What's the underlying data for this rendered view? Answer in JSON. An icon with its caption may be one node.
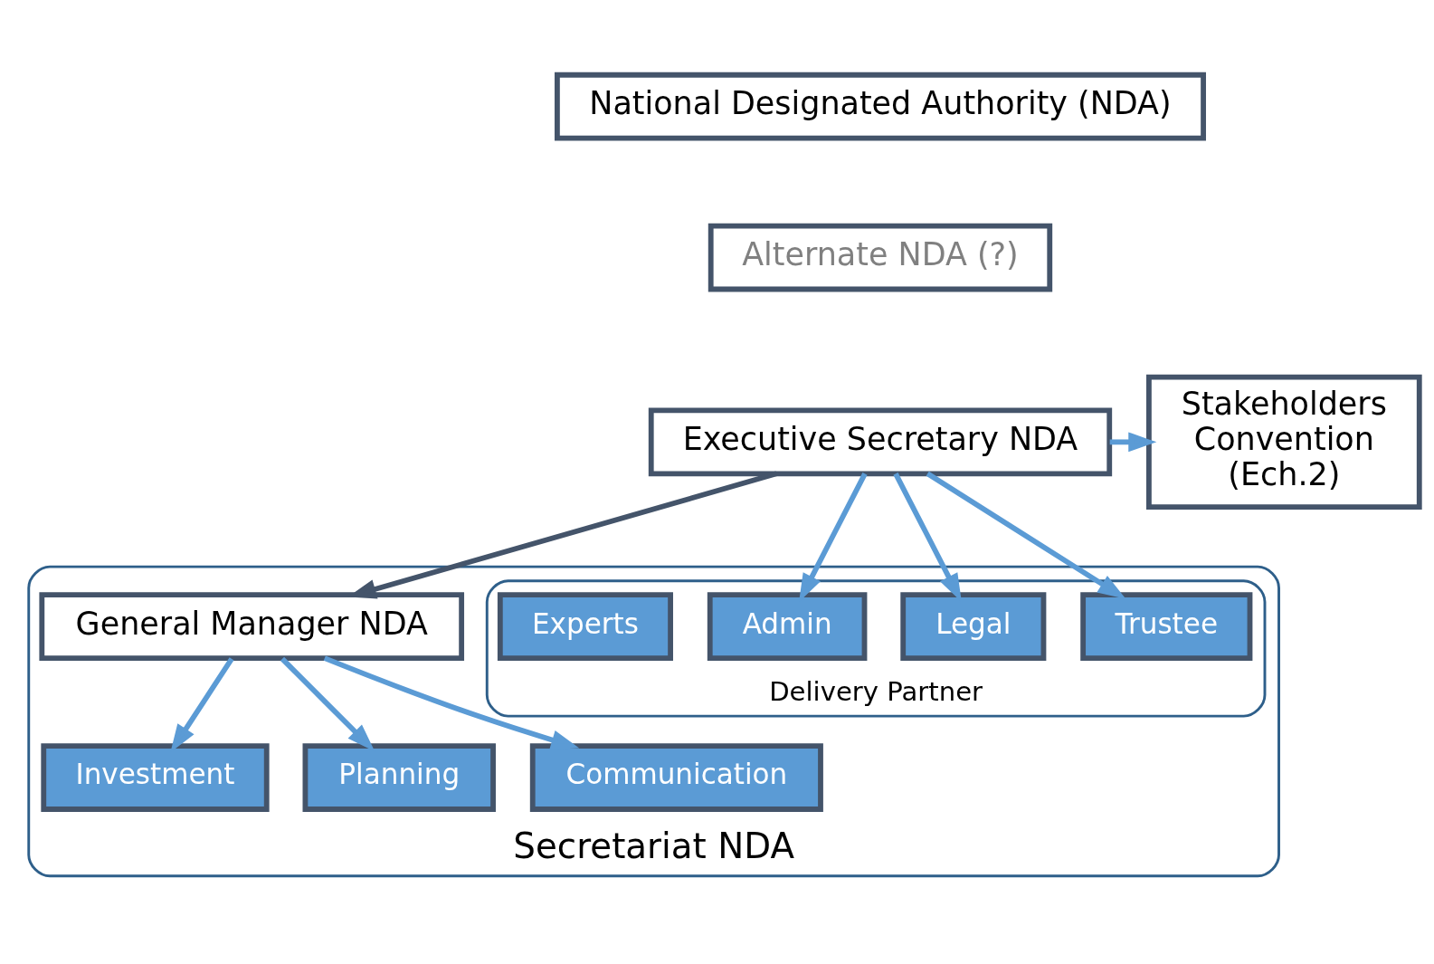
{
  "diagram": {
    "nodes": [
      {
        "text": [
          "National Designated Authority (NDA)"
        ]
      },
      {
        "text": [
          "Alternate NDA (?)"
        ]
      },
      {
        "text": [
          "Executive Secretary NDA"
        ]
      },
      {
        "text": [
          "Stakeholders Convention (Ech.2)"
        ]
      },
      {
        "text": [
          "Secretariat NDA"
        ]
      },
      {
        "text": [
          "Delivery Partner"
        ],
        "in": 4
      },
      {
        "text": [
          "Trustee"
        ],
        "in": 5
      },
      {
        "text": [
          "Legal"
        ],
        "in": 5
      },
      {
        "text": [
          "Admin"
        ],
        "in": 5
      },
      {
        "text": [
          "Experts"
        ],
        "in": 5
      },
      {
        "text": [
          "General Manager NDA"
        ],
        "in": 4
      },
      {
        "text": [
          "Investment"
        ],
        "in": 4
      },
      {
        "text": [
          "Planning"
        ],
        "in": 4
      },
      {
        "text": [
          "Communication"
        ],
        "in": 4
      }
    ],
    "edges": [
      {
        "from": 2,
        "to": 3,
        "arrow": "to"
      },
      {
        "from": 2,
        "to": 6,
        "arrow": "to"
      },
      {
        "from": 2,
        "to": 7,
        "arrow": "to"
      },
      {
        "from": 2,
        "to": 8,
        "arrow": "to"
      },
      {
        "from": 2,
        "to": 10,
        "arrow": "to",
        "color": "#44546a"
      },
      {
        "from": 10,
        "to": 11,
        "arrow": "to"
      },
      {
        "from": 10,
        "to": 12,
        "arrow": "to"
      },
      {
        "from": 10,
        "to": 13,
        "arrow": "to"
      }
    ]
  }
}
